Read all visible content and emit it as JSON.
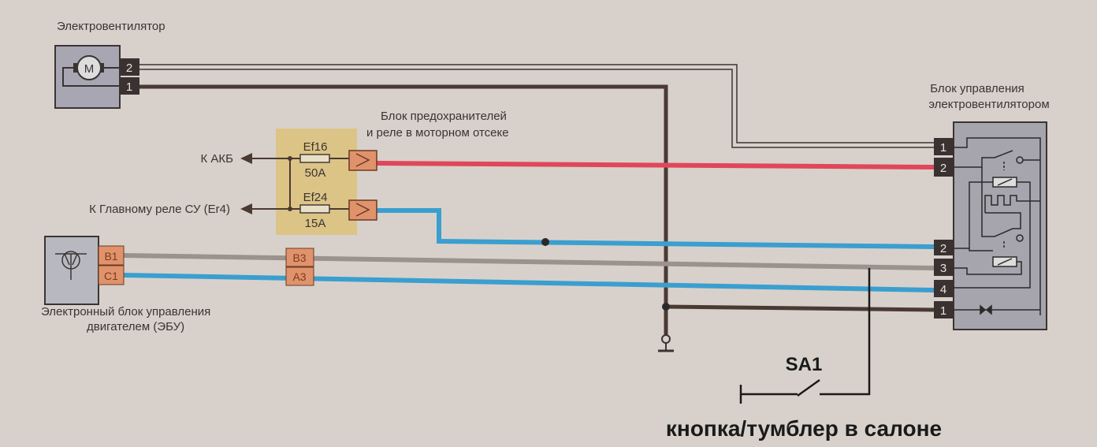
{
  "fan": {
    "title": "Электровентилятор",
    "motor_symbol": "M",
    "pins": [
      "2",
      "1"
    ]
  },
  "fuse_block": {
    "title_line1": "Блок предохранителей",
    "title_line2": "и реле в моторном отсеке",
    "fuses": [
      {
        "name": "Ef16",
        "rating": "50A"
      },
      {
        "name": "Ef24",
        "rating": "15A"
      }
    ]
  },
  "feeds": {
    "battery": "К АКБ",
    "main_relay": "К Главному реле СУ (Er4)"
  },
  "ecu": {
    "title_line1": "Электронный блок управления",
    "title_line2": "двигателем (ЭБУ)",
    "pins": [
      "B1",
      "C1"
    ]
  },
  "inline_connector": {
    "pins": [
      "B3",
      "A3"
    ]
  },
  "controller": {
    "title_line1": "Блок управления",
    "title_line2": "электровентилятором",
    "pins_top": [
      "1",
      "2"
    ],
    "pins_bottom": [
      "2",
      "3",
      "4",
      "1"
    ]
  },
  "switch": {
    "name": "SA1",
    "caption": "кнопка/тумблер в салоне"
  },
  "colors": {
    "red": "#e0475a",
    "blue": "#3a9fcf",
    "brown": "#4a3a33",
    "grey": "#9a928c",
    "fuse_bg": "#dcc487",
    "connector": "#e0936b"
  }
}
